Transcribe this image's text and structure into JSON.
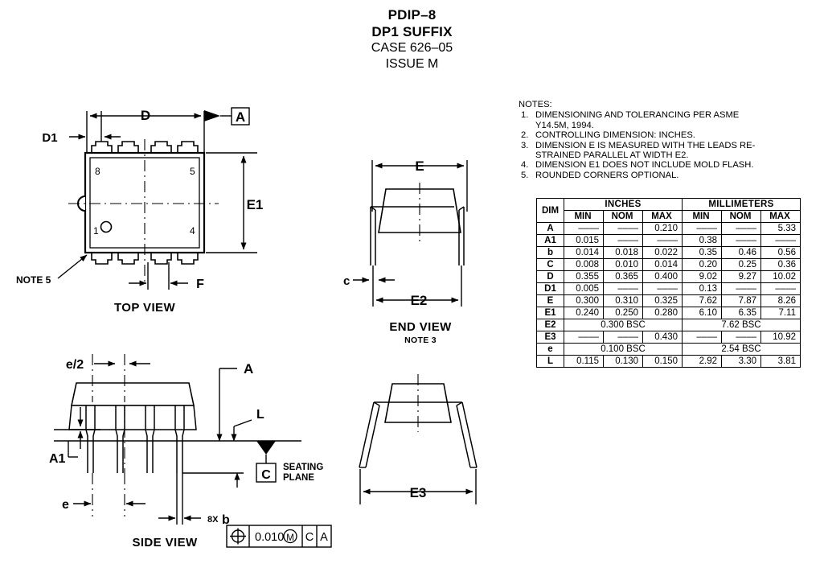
{
  "title": {
    "line1": "PDIP–8",
    "line2": "DP1 SUFFIX",
    "line3": "CASE 626–05",
    "line4": "ISSUE M"
  },
  "notes": {
    "heading": "NOTES:",
    "items": [
      {
        "num": "1.",
        "lines": [
          "DIMENSIONING AND TOLERANCING PER ASME",
          "Y14.5M, 1994."
        ]
      },
      {
        "num": "2.",
        "lines": [
          "CONTROLLING DIMENSION: INCHES."
        ]
      },
      {
        "num": "3.",
        "lines": [
          "DIMENSION E IS MEASURED WITH THE LEADS RE-",
          "STRAINED PARALLEL AT WIDTH E2."
        ]
      },
      {
        "num": "4.",
        "lines": [
          "DIMENSION E1 DOES NOT INCLUDE MOLD FLASH."
        ]
      },
      {
        "num": "5.",
        "lines": [
          "ROUNDED CORNERS OPTIONAL."
        ]
      }
    ]
  },
  "table": {
    "group_inches": "INCHES",
    "group_mm": "MILLIMETERS",
    "col_dim": "DIM",
    "col_min": "MIN",
    "col_nom": "NOM",
    "col_max": "MAX",
    "dash": "––––",
    "rows": [
      {
        "dim": "A",
        "in_min": "––––",
        "in_nom": "––––",
        "in_max": "0.210",
        "mm_min": "––––",
        "mm_nom": "––––",
        "mm_max": "5.33"
      },
      {
        "dim": "A1",
        "in_min": "0.015",
        "in_nom": "––––",
        "in_max": "––––",
        "mm_min": "0.38",
        "mm_nom": "––––",
        "mm_max": "––––"
      },
      {
        "dim": "b",
        "in_min": "0.014",
        "in_nom": "0.018",
        "in_max": "0.022",
        "mm_min": "0.35",
        "mm_nom": "0.46",
        "mm_max": "0.56"
      },
      {
        "dim": "C",
        "in_min": "0.008",
        "in_nom": "0.010",
        "in_max": "0.014",
        "mm_min": "0.20",
        "mm_nom": "0.25",
        "mm_max": "0.36"
      },
      {
        "dim": "D",
        "in_min": "0.355",
        "in_nom": "0.365",
        "in_max": "0.400",
        "mm_min": "9.02",
        "mm_nom": "9.27",
        "mm_max": "10.02"
      },
      {
        "dim": "D1",
        "in_min": "0.005",
        "in_nom": "––––",
        "in_max": "––––",
        "mm_min": "0.13",
        "mm_nom": "––––",
        "mm_max": "––––"
      },
      {
        "dim": "E",
        "in_min": "0.300",
        "in_nom": "0.310",
        "in_max": "0.325",
        "mm_min": "7.62",
        "mm_nom": "7.87",
        "mm_max": "8.26"
      },
      {
        "dim": "E1",
        "in_min": "0.240",
        "in_nom": "0.250",
        "in_max": "0.280",
        "mm_min": "6.10",
        "mm_nom": "6.35",
        "mm_max": "7.11"
      },
      {
        "dim": "E2",
        "span": true,
        "in_all": "0.300 BSC",
        "mm_all": "7.62 BSC"
      },
      {
        "dim": "E3",
        "in_min": "––––",
        "in_nom": "––––",
        "in_max": "0.430",
        "mm_min": "––––",
        "mm_nom": "––––",
        "mm_max": "10.92"
      },
      {
        "dim": "e",
        "span": true,
        "in_all": "0.100 BSC",
        "mm_all": "2.54 BSC"
      },
      {
        "dim": "L",
        "in_min": "0.115",
        "in_nom": "0.130",
        "in_max": "0.150",
        "mm_min": "2.92",
        "mm_nom": "3.30",
        "mm_max": "3.81"
      }
    ]
  },
  "top_view": {
    "caption": "TOP VIEW",
    "dim_d": "D",
    "dim_d1": "D1",
    "dim_e1": "E1",
    "dim_f": "F",
    "datum_a": "A",
    "note_ref": "NOTE 5",
    "pin_8": "8",
    "pin_5": "5",
    "pin_1": "1",
    "pin_4": "4"
  },
  "end_view": {
    "caption": "END VIEW",
    "subcaption": "NOTE 3",
    "dim_e": "E",
    "dim_e2": "E2",
    "dim_c": "c"
  },
  "side_view": {
    "caption": "SIDE VIEW",
    "dim_a": "A",
    "dim_a1": "A1",
    "dim_l": "L",
    "dim_e": "e",
    "dim_e_half": "e/2",
    "dim_b": "8X",
    "dim_b_letter": "b",
    "datum_c": "C",
    "seating_line1": "SEATING",
    "seating_line2": "PLANE",
    "fcf_tolerance": "0.010",
    "fcf_modifier": "M",
    "fcf_datum1": "C",
    "fcf_datum2": "A"
  },
  "spread_view": {
    "dim_e3": "E3"
  },
  "colors": {
    "ink": "#000000",
    "paper": "#ffffff"
  }
}
